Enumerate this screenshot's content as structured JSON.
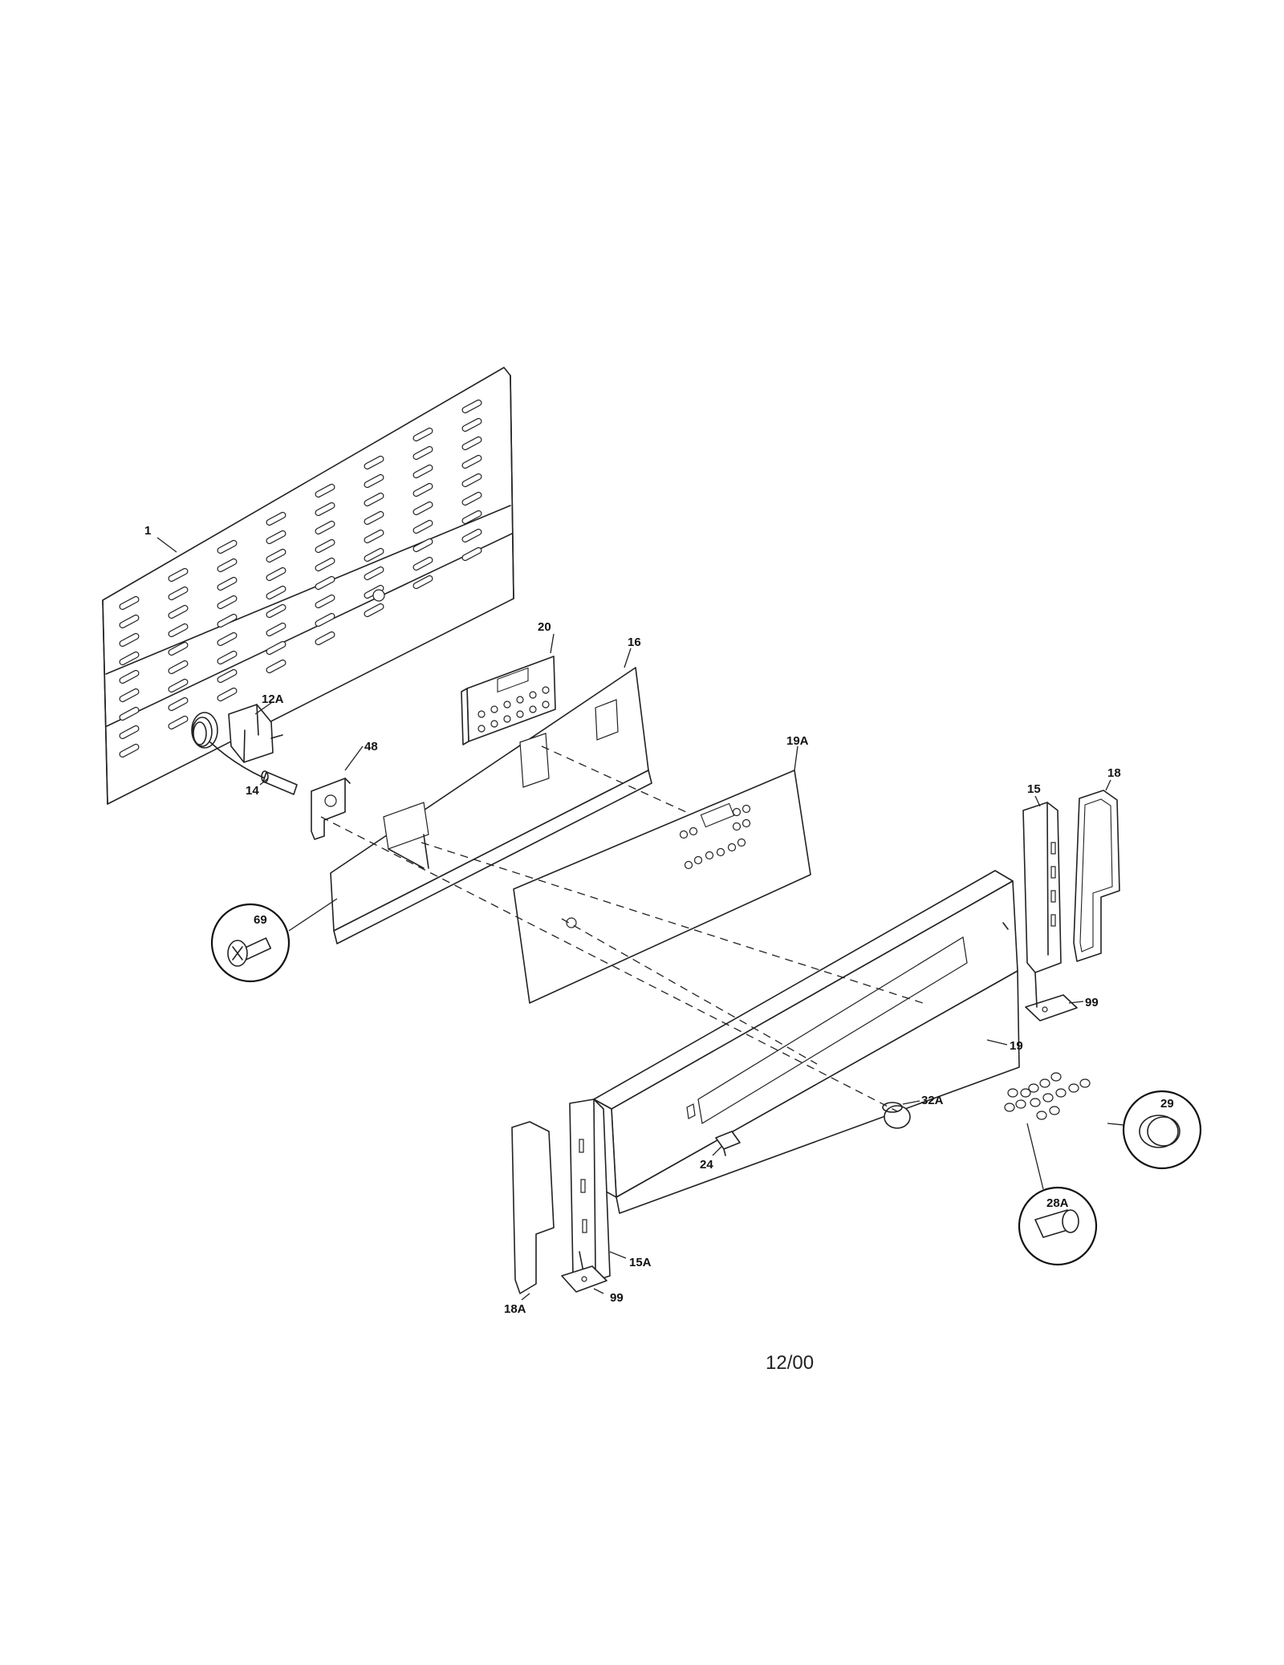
{
  "diagram": {
    "date_code": "12/00",
    "callouts": [
      {
        "id": "c-1",
        "text": "1"
      },
      {
        "id": "c-20",
        "text": "20"
      },
      {
        "id": "c-16",
        "text": "16"
      },
      {
        "id": "c-12A",
        "text": "12A"
      },
      {
        "id": "c-48",
        "text": "48"
      },
      {
        "id": "c-14",
        "text": "14"
      },
      {
        "id": "c-19A",
        "text": "19A"
      },
      {
        "id": "c-18",
        "text": "18"
      },
      {
        "id": "c-15",
        "text": "15"
      },
      {
        "id": "c-69",
        "text": "69"
      },
      {
        "id": "c-99a",
        "text": "99"
      },
      {
        "id": "c-19",
        "text": "19"
      },
      {
        "id": "c-32A",
        "text": "32A"
      },
      {
        "id": "c-29",
        "text": "29"
      },
      {
        "id": "c-24",
        "text": "24"
      },
      {
        "id": "c-28A",
        "text": "28A"
      },
      {
        "id": "c-15A",
        "text": "15A"
      },
      {
        "id": "c-99b",
        "text": "99"
      },
      {
        "id": "c-18A",
        "text": "18A"
      }
    ]
  }
}
